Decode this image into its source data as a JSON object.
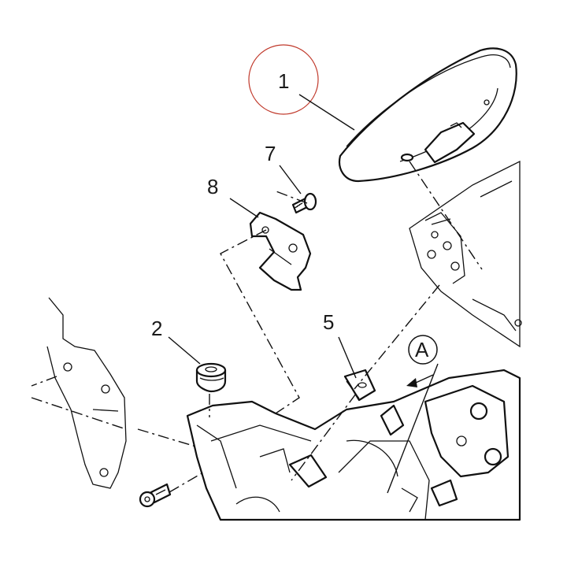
{
  "colors": {
    "line": "#111111",
    "highlight": "#c0392b",
    "background": "#ffffff"
  },
  "callouts": {
    "c1": "1",
    "c2": "2",
    "c5": "5",
    "c7": "7",
    "c8": "8",
    "cA": "A"
  }
}
